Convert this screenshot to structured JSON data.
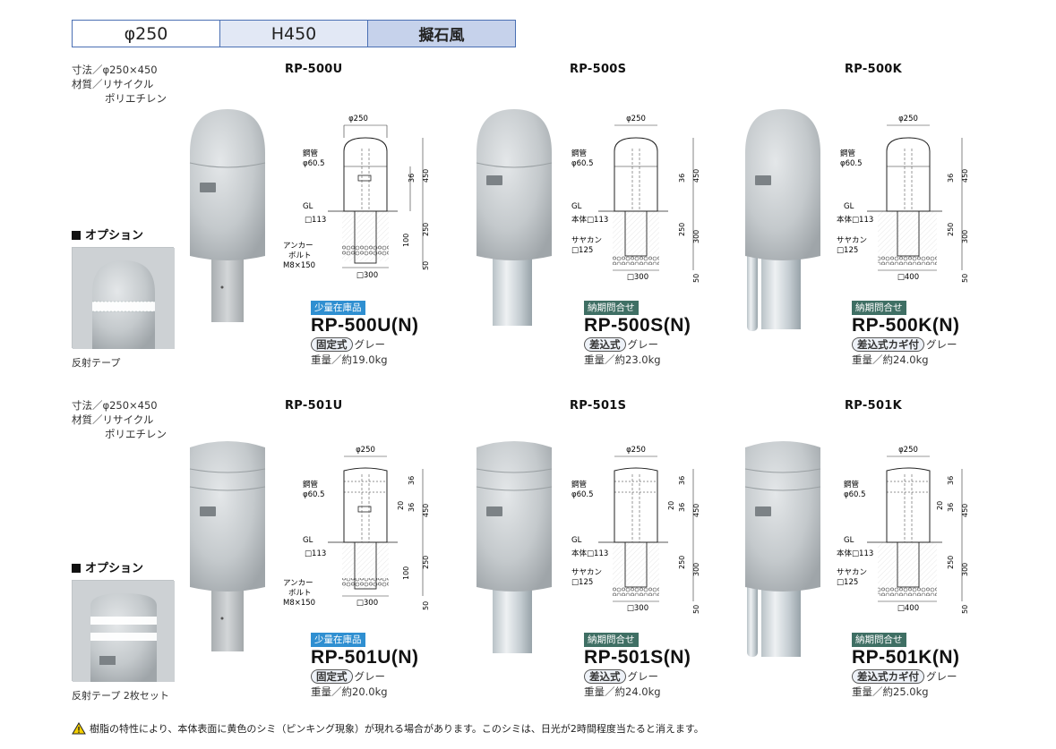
{
  "header": {
    "tabs": [
      {
        "label": "φ250"
      },
      {
        "label": "H450"
      },
      {
        "label": "擬石風"
      }
    ]
  },
  "groups": [
    {
      "spec": {
        "size": "寸法／φ250×450",
        "material": "材質／リサイクル",
        "material2": "ポリエチレン"
      },
      "option": {
        "title": "オプション",
        "caption": "反射テープ"
      },
      "products": [
        {
          "model": "RP-500U",
          "badge": "少量在庫品",
          "name": "RP-500U(N)",
          "type": "固定式",
          "color": "グレー",
          "weight": "重量／約19.0kg",
          "drawing": {
            "dia": "φ250",
            "pipe1": "鋼管",
            "pipe2": "φ60.5",
            "gl": "GL",
            "body": "□113",
            "anchor1": "アンカー",
            "anchor2": "ボルト",
            "anchor3": "M8×150",
            "base": "□300",
            "d1": "36",
            "d2": "450",
            "d3": "250",
            "d4": "100",
            "d5": "50"
          }
        },
        {
          "model": "RP-500S",
          "badge": "納期問合せ",
          "name": "RP-500S(N)",
          "type": "差込式",
          "color": "グレー",
          "weight": "重量／約23.0kg",
          "drawing": {
            "dia": "φ250",
            "pipe1": "鋼管",
            "pipe2": "φ60.5",
            "gl": "GL",
            "body": "本体□113",
            "sleeve1": "サヤカン",
            "sleeve2": "□125",
            "base": "□300",
            "d1": "36",
            "d2": "450",
            "d3": "250",
            "d4": "300",
            "d5": "50"
          }
        },
        {
          "model": "RP-500K",
          "badge": "納期問合せ",
          "name": "RP-500K(N)",
          "type": "差込式カギ付",
          "color": "グレー",
          "weight": "重量／約24.0kg",
          "drawing": {
            "dia": "φ250",
            "pipe1": "鋼管",
            "pipe2": "φ60.5",
            "gl": "GL",
            "body": "本体□113",
            "sleeve1": "サヤカン",
            "sleeve2": "□125",
            "base": "□400",
            "d1": "36",
            "d2": "450",
            "d3": "250",
            "d4": "300",
            "d5": "50"
          }
        }
      ]
    },
    {
      "spec": {
        "size": "寸法／φ250×450",
        "material": "材質／リサイクル",
        "material2": "ポリエチレン"
      },
      "option": {
        "title": "オプション",
        "caption": "反射テープ 2枚セット"
      },
      "products": [
        {
          "model": "RP-501U",
          "badge": "少量在庫品",
          "name": "RP-501U(N)",
          "type": "固定式",
          "color": "グレー",
          "weight": "重量／約20.0kg",
          "drawing": {
            "dia": "φ250",
            "pipe1": "鋼管",
            "pipe2": "φ60.5",
            "gl": "GL",
            "body": "□113",
            "anchor1": "アンカー",
            "anchor2": "ボルト",
            "anchor3": "M8×150",
            "base": "□300",
            "d1": "36",
            "d2": "450",
            "d3": "250",
            "d4": "100",
            "d5": "50",
            "d6": "20",
            "d7": "36"
          }
        },
        {
          "model": "RP-501S",
          "badge": "納期問合せ",
          "name": "RP-501S(N)",
          "type": "差込式",
          "color": "グレー",
          "weight": "重量／約24.0kg",
          "drawing": {
            "dia": "φ250",
            "pipe1": "鋼管",
            "pipe2": "φ60.5",
            "gl": "GL",
            "body": "本体□113",
            "sleeve1": "サヤカン",
            "sleeve2": "□125",
            "base": "□300",
            "d1": "36",
            "d2": "450",
            "d3": "250",
            "d4": "300",
            "d5": "50",
            "d6": "20",
            "d7": "36"
          }
        },
        {
          "model": "RP-501K",
          "badge": "納期問合せ",
          "name": "RP-501K(N)",
          "type": "差込式カギ付",
          "color": "グレー",
          "weight": "重量／約25.0kg",
          "drawing": {
            "dia": "φ250",
            "pipe1": "鋼管",
            "pipe2": "φ60.5",
            "gl": "GL",
            "body": "本体□113",
            "sleeve1": "サヤカン",
            "sleeve2": "□125",
            "base": "□400",
            "d1": "36",
            "d2": "450",
            "d3": "250",
            "d4": "300",
            "d5": "50",
            "d6": "20",
            "d7": "36"
          }
        }
      ]
    }
  ],
  "footer": {
    "icon": "warning-icon",
    "note": "樹脂の特性により、本体表面に黄色のシミ（ピンキング現象）が現れる場合があります。このシミは、日光が2時間程度当たると消えます。"
  },
  "colors": {
    "accent": "#4a6fb3",
    "badge_stock": "#2f8fd1",
    "badge_inquiry": "#3f6f64",
    "bollard": "#c9cdd0"
  }
}
